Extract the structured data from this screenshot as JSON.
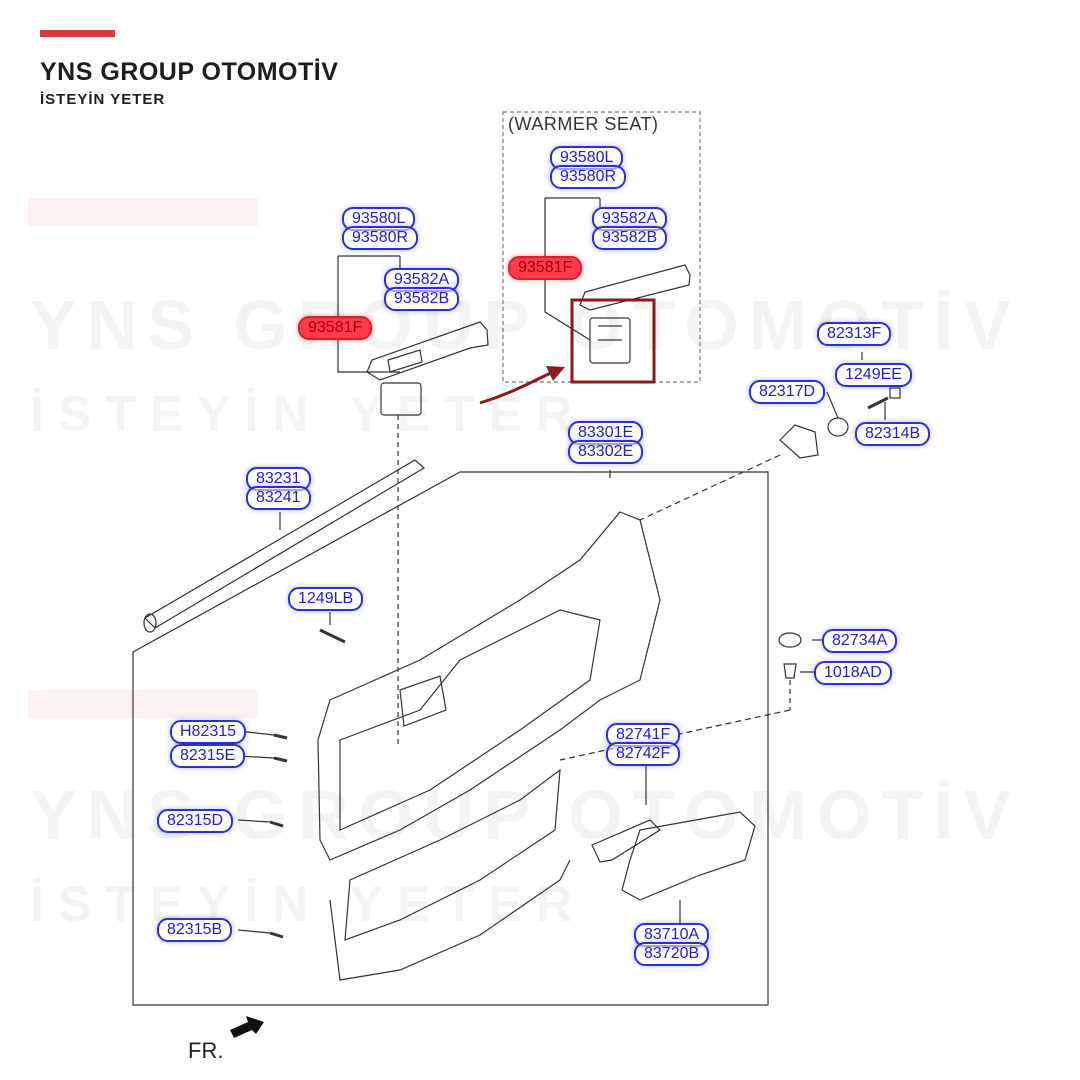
{
  "brand": {
    "title": "YNS GROUP OTOMOTİV",
    "subtitle": "İSTEYİN YETER",
    "accent_color": "#d9393d"
  },
  "watermark": {
    "line1": "YNS GROUP OTOMOTİV",
    "line2": "İSTEYİN YETER"
  },
  "diagram": {
    "warmer_label": "(WARMER SEAT)",
    "direction_label": "FR.",
    "highlight_color": "#ff3b4a",
    "label_color": "#2b2fd6",
    "parts": [
      "93580L",
      "93580R",
      "93582A",
      "93582B",
      "93581F",
      "93580L",
      "93580R",
      "93582A",
      "93582B",
      "93581F",
      "82313F",
      "1249EE",
      "82317D",
      "82314B",
      "83301E",
      "83302E",
      "83231",
      "83241",
      "1249LB",
      "82734A",
      "1018AD",
      "H82315",
      "82315E",
      "82741F",
      "82742F",
      "82315D",
      "82315B",
      "83710A",
      "83720B"
    ]
  }
}
